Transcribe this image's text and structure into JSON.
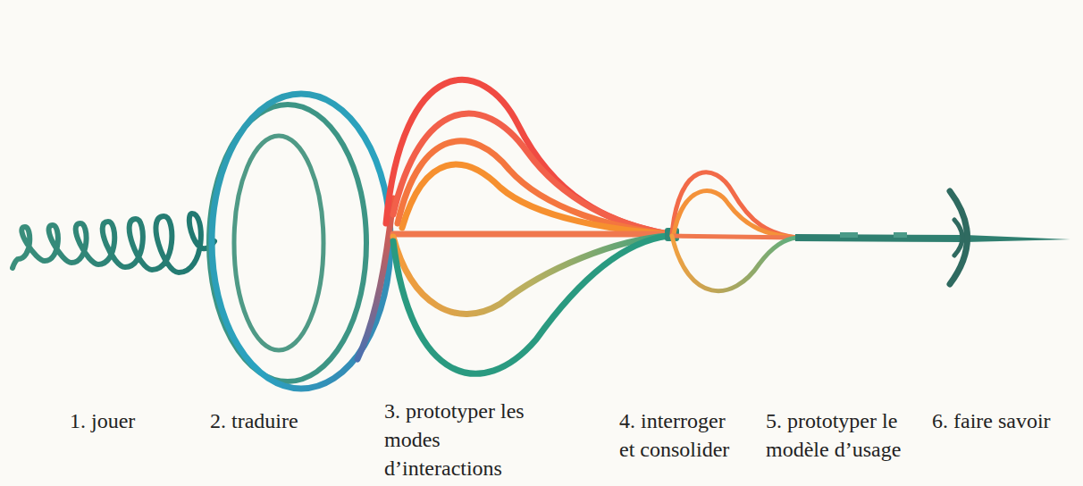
{
  "diagram": {
    "labels": [
      "1. jouer",
      "2. traduire",
      "3. prototyper les modes d’interactions",
      "4. interroger et consolider",
      "5. prototyper le modèle d’usage",
      "6. faire savoir"
    ]
  }
}
